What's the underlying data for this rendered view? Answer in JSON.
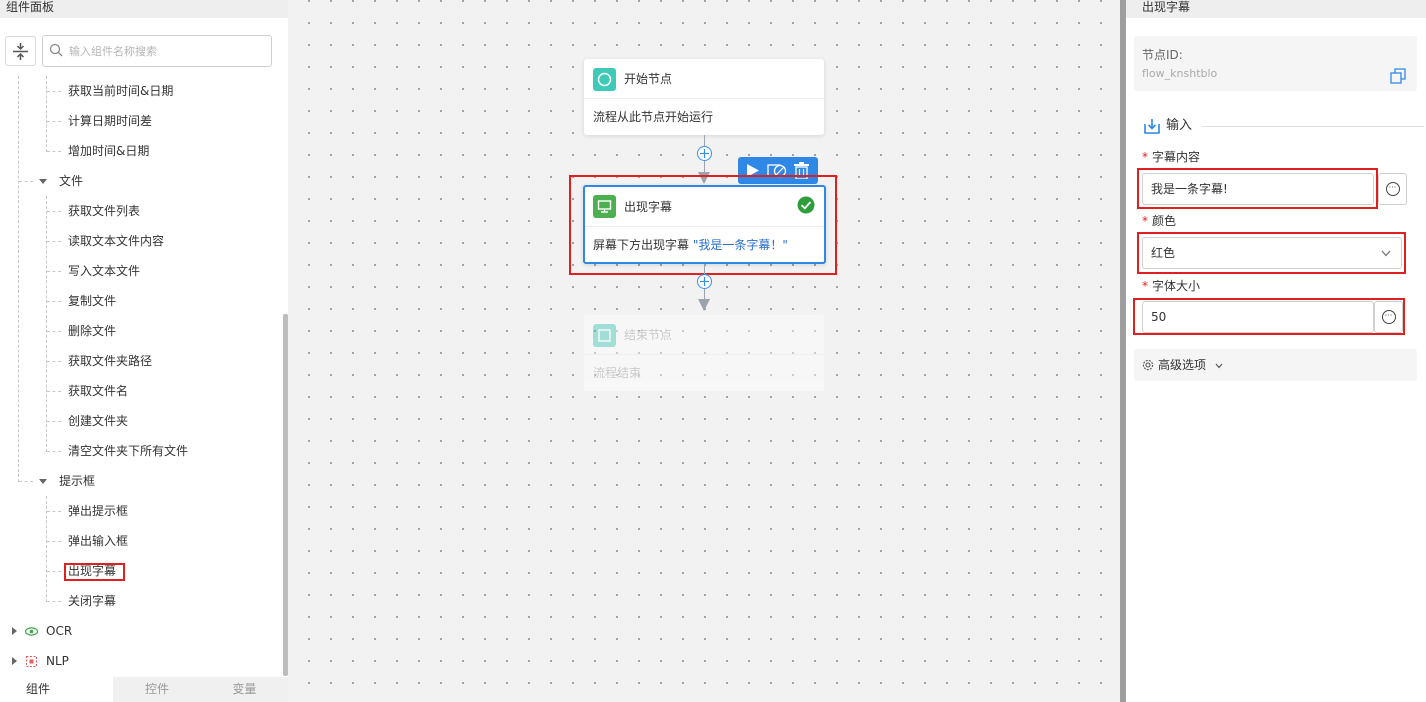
{
  "left_panel": {
    "title": "组件面板",
    "search_placeholder": "输入组件名称搜索",
    "tree": {
      "time_items": [
        "获取当前时间&日期",
        "计算日期时间差",
        "增加时间&日期"
      ],
      "file_group": "文件",
      "file_items": [
        "获取文件列表",
        "读取文本文件内容",
        "写入文本文件",
        "复制文件",
        "删除文件",
        "获取文件夹路径",
        "获取文件名",
        "创建文件夹",
        "清空文件夹下所有文件"
      ],
      "prompt_group": "提示框",
      "prompt_items": [
        "弹出提示框",
        "弹出输入框",
        "出现字幕",
        "关闭字幕"
      ],
      "ocr_label": "OCR",
      "nlp_label": "NLP"
    },
    "tabs": [
      "组件",
      "控件",
      "变量"
    ]
  },
  "canvas": {
    "start_node": {
      "title": "开始节点",
      "desc": "流程从此节点开始运行"
    },
    "subtitle_node": {
      "title": "出现字幕",
      "desc_prefix": "屏幕下方出现字幕 ",
      "desc_value": "\"我是一条字幕！\""
    },
    "end_node": {
      "title": "结束节点",
      "desc": "流程结束"
    }
  },
  "right_panel": {
    "title": "出现字幕",
    "node_id_label": "节点ID:",
    "node_id_value": "flow_knshtblo",
    "input_section": "输入",
    "fields": {
      "content_label": "字幕内容",
      "content_value": "我是一条字幕!",
      "color_label": "颜色",
      "color_value": "红色",
      "font_size_label": "字体大小",
      "font_size_value": "50"
    },
    "advanced_label": "高级选项"
  },
  "colors": {
    "highlight_red": "#e02020",
    "accent_blue": "#2f87e6",
    "start_icon": "#3ec9b8",
    "subtitle_icon": "#4caf50",
    "success_green": "#2e9e3c"
  }
}
